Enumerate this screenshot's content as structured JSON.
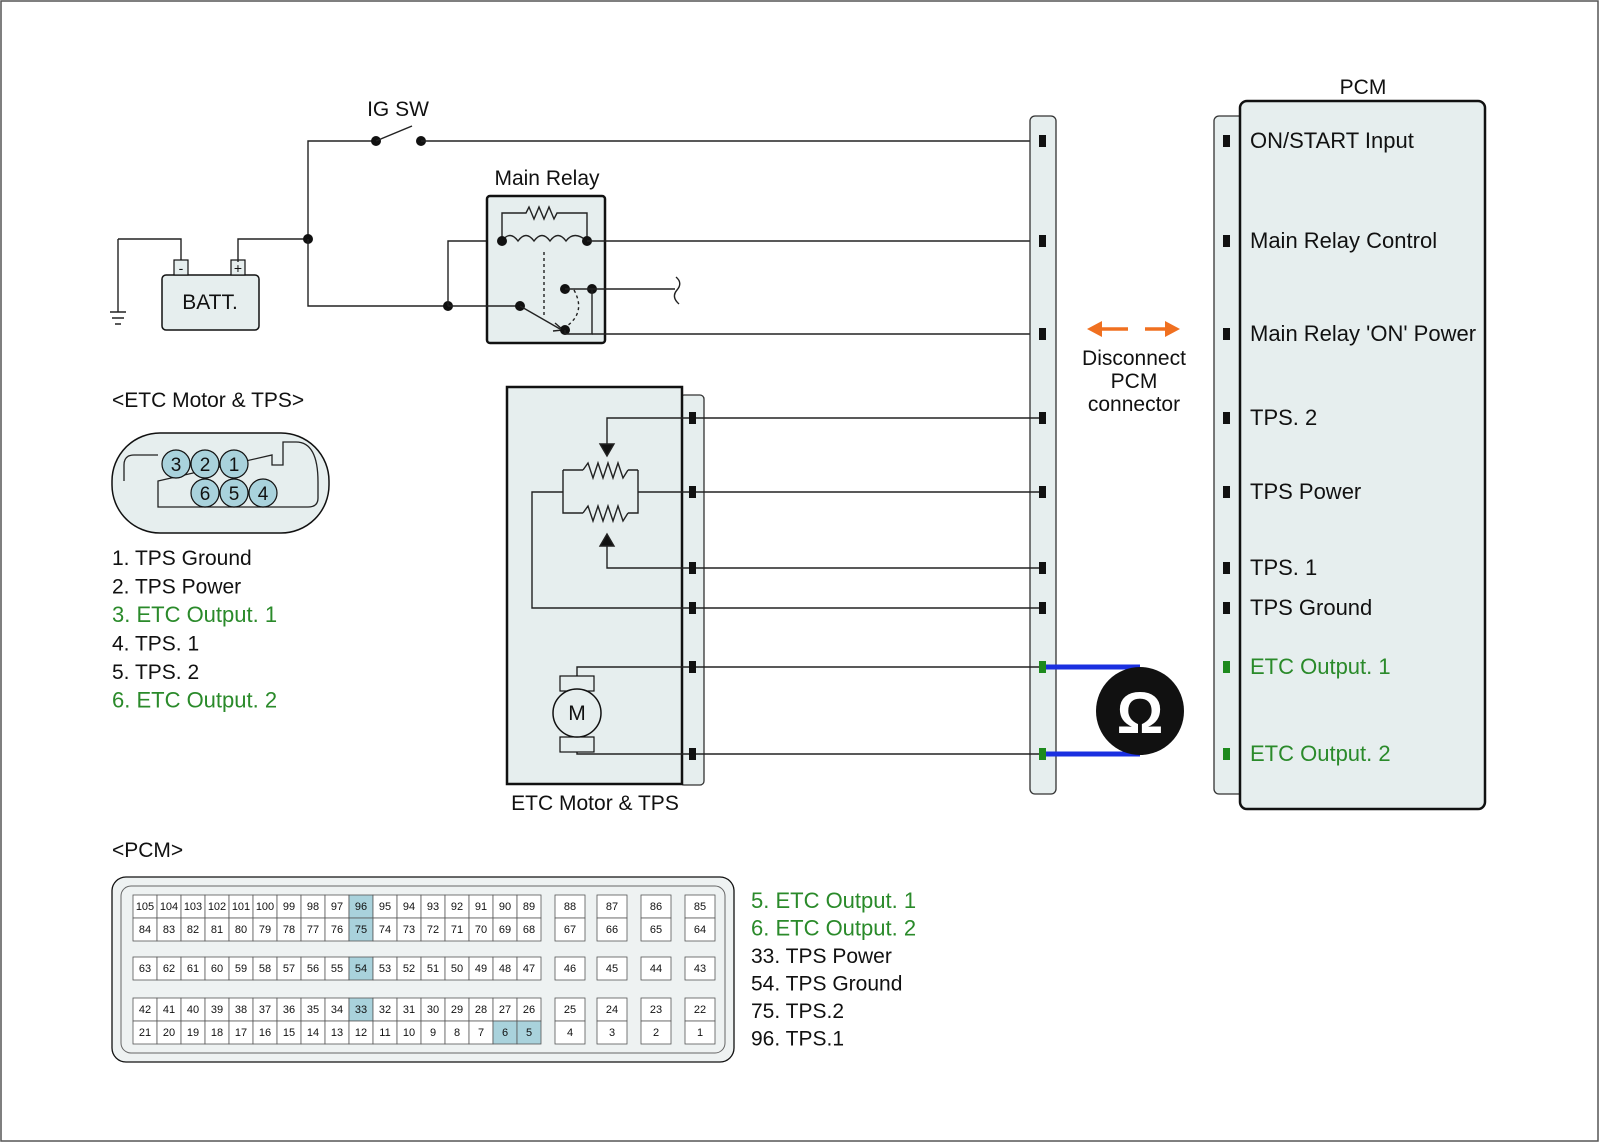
{
  "labels": {
    "ig_sw": "IG SW",
    "main_relay": "Main Relay",
    "battery": "BATT.",
    "battery_minus": "-",
    "battery_plus": "+",
    "pcm_title": "PCM",
    "etc_module": "ETC Motor & TPS",
    "etc_connector_title": "<ETC Motor & TPS>",
    "pcm_connector_title": "<PCM>",
    "motor": "M",
    "ohm": "Ω",
    "disconnect": [
      "Disconnect",
      "PCM",
      "connector"
    ]
  },
  "colors": {
    "accent_green": "#2a8a2a",
    "highlight_pin": "#a9d2dc",
    "meter_lead": "#1a2fe0",
    "arrow_orange": "#f07020",
    "panel_fill": "#e6eeee"
  },
  "pcm_terminals": [
    {
      "label": "ON/START Input",
      "highlight": false
    },
    {
      "label": "Main Relay Control",
      "highlight": false
    },
    {
      "label": "Main Relay 'ON' Power",
      "highlight": false
    },
    {
      "label": "TPS. 2",
      "highlight": false
    },
    {
      "label": "TPS Power",
      "highlight": false
    },
    {
      "label": "TPS. 1",
      "highlight": false
    },
    {
      "label": "TPS Ground",
      "highlight": false
    },
    {
      "label": "ETC Output. 1",
      "highlight": true
    },
    {
      "label": "ETC Output. 2",
      "highlight": true
    }
  ],
  "etc_connector_pins": {
    "top_row": [
      "3",
      "2",
      "1"
    ],
    "bottom_row": [
      "6",
      "5",
      "4"
    ]
  },
  "etc_pin_legend": [
    {
      "text": "1. TPS Ground",
      "highlight": false
    },
    {
      "text": "2. TPS Power",
      "highlight": false
    },
    {
      "text": "3. ETC Output. 1",
      "highlight": true
    },
    {
      "text": "4. TPS. 1",
      "highlight": false
    },
    {
      "text": "5. TPS. 2",
      "highlight": false
    },
    {
      "text": "6. ETC Output. 2",
      "highlight": true
    }
  ],
  "pcm_connector": {
    "highlighted_pins": [
      "96",
      "75",
      "54",
      "33",
      "6",
      "5"
    ],
    "block1": [
      [
        "105",
        "104",
        "103",
        "102",
        "101",
        "100",
        "99",
        "98",
        "97",
        "96",
        "95",
        "94",
        "93",
        "92",
        "91",
        "90",
        "89"
      ],
      [
        "84",
        "83",
        "82",
        "81",
        "80",
        "79",
        "78",
        "77",
        "76",
        "75",
        "74",
        "73",
        "72",
        "71",
        "70",
        "69",
        "68"
      ]
    ],
    "block1_side": [
      [
        "88",
        "87",
        "86",
        "85"
      ],
      [
        "67",
        "66",
        "65",
        "64"
      ]
    ],
    "block2": [
      [
        "63",
        "62",
        "61",
        "60",
        "59",
        "58",
        "57",
        "56",
        "55",
        "54",
        "53",
        "52",
        "51",
        "50",
        "49",
        "48",
        "47"
      ]
    ],
    "block2_side": [
      [
        "46",
        "45",
        "44",
        "43"
      ]
    ],
    "block3": [
      [
        "42",
        "41",
        "40",
        "39",
        "38",
        "37",
        "36",
        "35",
        "34",
        "33",
        "32",
        "31",
        "30",
        "29",
        "28",
        "27",
        "26"
      ],
      [
        "21",
        "20",
        "19",
        "18",
        "17",
        "16",
        "15",
        "14",
        "13",
        "12",
        "11",
        "10",
        "9",
        "8",
        "7",
        "6",
        "5"
      ]
    ],
    "block3_side": [
      [
        "25",
        "24",
        "23",
        "22"
      ],
      [
        "4",
        "3",
        "2",
        "1"
      ]
    ]
  },
  "pcm_pin_legend": [
    {
      "text": "5. ETC Output. 1",
      "highlight": true
    },
    {
      "text": "6. ETC Output. 2",
      "highlight": true
    },
    {
      "text": "33. TPS Power",
      "highlight": false
    },
    {
      "text": "54. TPS Ground",
      "highlight": false
    },
    {
      "text": "75. TPS.2",
      "highlight": false
    },
    {
      "text": "96. TPS.1",
      "highlight": false
    }
  ]
}
